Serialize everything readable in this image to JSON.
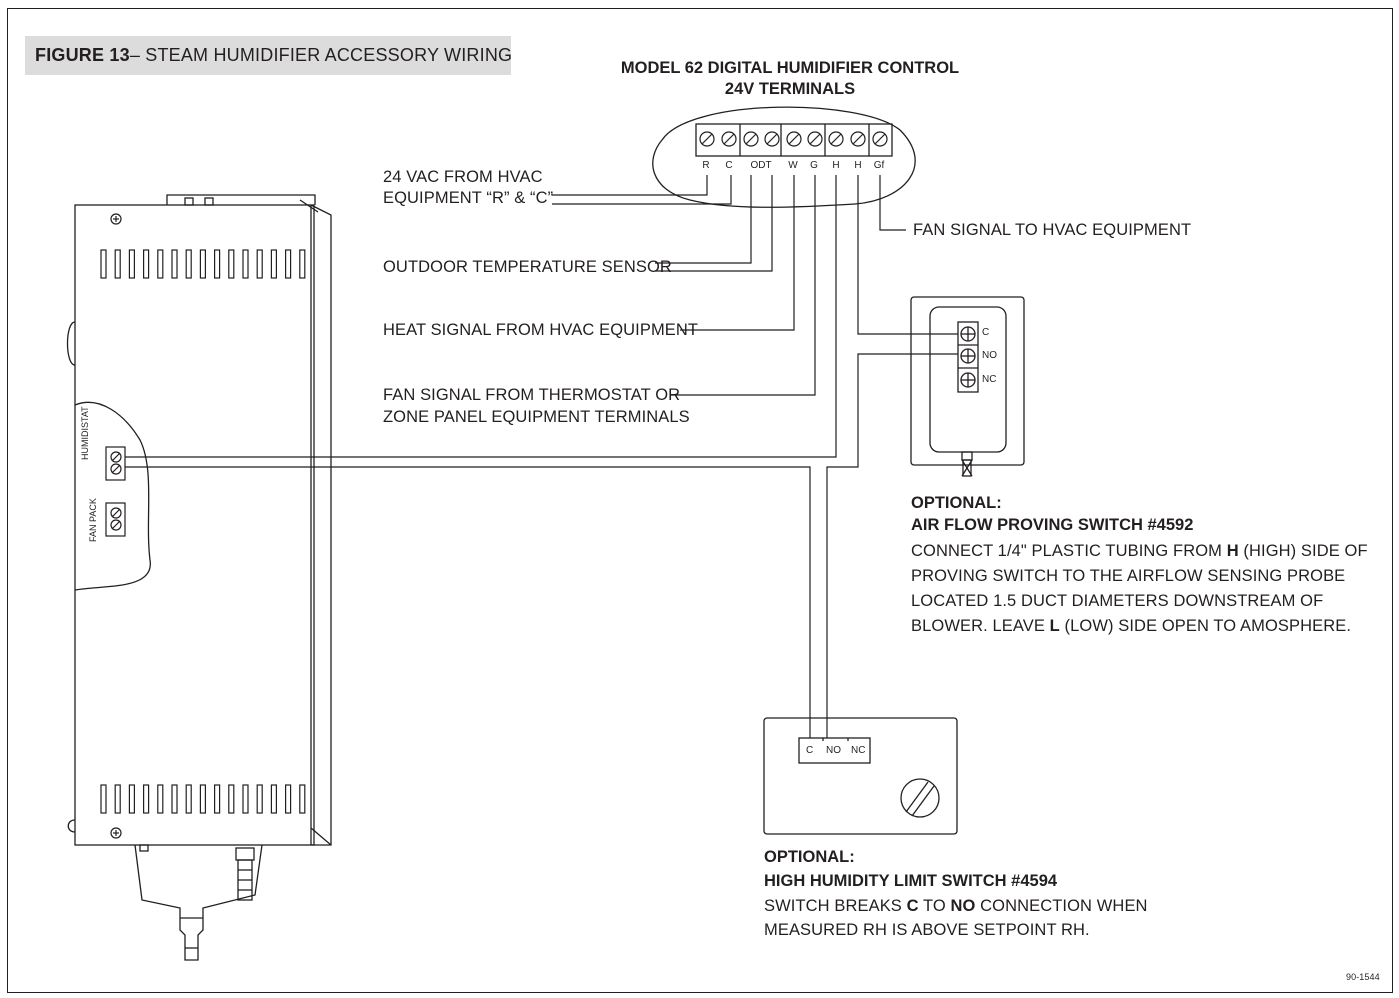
{
  "figure": {
    "label": "FIGURE 13",
    "title": "– STEAM HUMIDIFIER ACCESSORY WIRING"
  },
  "control": {
    "title_line1": "MODEL 62 DIGITAL HUMIDIFIER CONTROL",
    "title_line2": "24V TERMINALS",
    "terminals": [
      "R",
      "C",
      "ODT",
      "W",
      "G",
      "H",
      "H",
      "Gf"
    ]
  },
  "callouts": {
    "vac_line1": "24 VAC FROM HVAC",
    "vac_line2": "EQUIPMENT “R” & “C”",
    "odt": "OUTDOOR TEMPERATURE SENSOR",
    "heat": "HEAT SIGNAL FROM HVAC EQUIPMENT",
    "fan_from_line1": "FAN SIGNAL FROM THERMOSTAT OR",
    "fan_from_line2": "ZONE PANEL EQUIPMENT TERMINALS",
    "fan_to": "FAN SIGNAL TO HVAC EQUIPMENT"
  },
  "humidifier": {
    "humidistat_label": "HUMIDISTAT",
    "fanpack_label": "FAN PACK"
  },
  "airflow_switch": {
    "terminals": [
      "C",
      "NO",
      "NC"
    ],
    "optional": "OPTIONAL:",
    "name": "AIR FLOW PROVING SWITCH #4592",
    "desc_1a": "CONNECT 1/4\" PLASTIC TUBING FROM ",
    "desc_1b": "H",
    "desc_1c": " (HIGH) SIDE OF",
    "desc_2": "PROVING SWITCH TO THE AIRFLOW SENSING PROBE",
    "desc_3": "LOCATED 1.5 DUCT DIAMETERS DOWNSTREAM OF",
    "desc_4a": "BLOWER. LEAVE ",
    "desc_4b": "L",
    "desc_4c": " (LOW) SIDE OPEN TO AMOSPHERE."
  },
  "limit_switch": {
    "terminals": [
      "C",
      "NO",
      "NC"
    ],
    "optional": "OPTIONAL:",
    "name": "HIGH HUMIDITY LIMIT SWITCH #4594",
    "desc_1a": "SWITCH BREAKS ",
    "desc_1b": "C",
    "desc_1c": " TO ",
    "desc_1d": "NO",
    "desc_1e": " CONNECTION WHEN",
    "desc_2": "MEASURED RH IS ABOVE SETPOINT RH."
  },
  "doc_number": "90-1544"
}
